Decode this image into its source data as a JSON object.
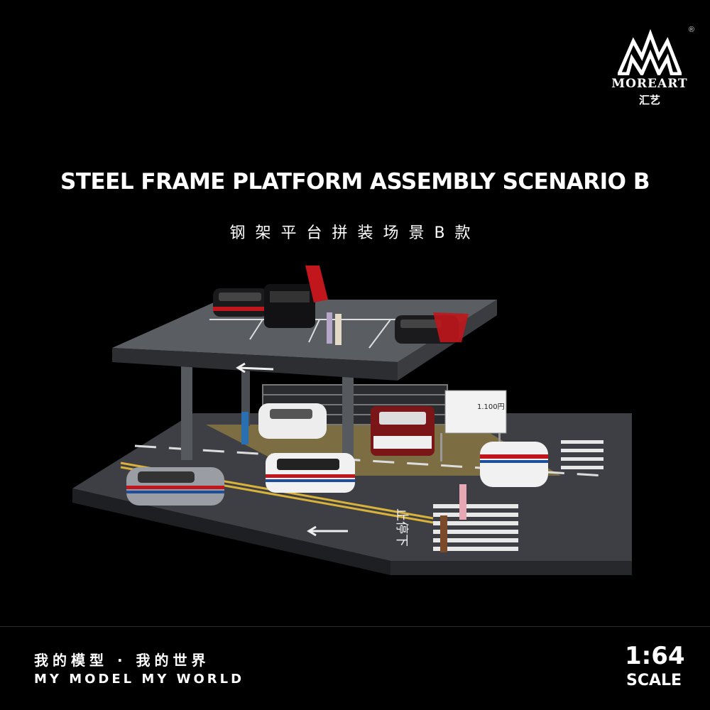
{
  "brand": {
    "name": "MOREART",
    "name_cn": "汇艺",
    "registered_mark": "®"
  },
  "title": "STEEL FRAME PLATFORM ASSEMBLY SCENARIO B",
  "subtitle_cn": "钢架平台拼装场景B款",
  "scene": {
    "parking_price_sign": "1.100円",
    "road_marking": "止停下"
  },
  "footer": {
    "slogan_cn": "我的模型 · 我的世界",
    "slogan_en": "MY MODEL MY WORLD",
    "scale": "1:64",
    "scale_word": "SCALE"
  },
  "colors": {
    "background": "#000000",
    "platform": "#4a4d52",
    "road": "#3a3c40",
    "parking_surface": "#8a7a4a",
    "accent_red": "#c0161c",
    "road_line_yellow": "#d9b23a"
  }
}
